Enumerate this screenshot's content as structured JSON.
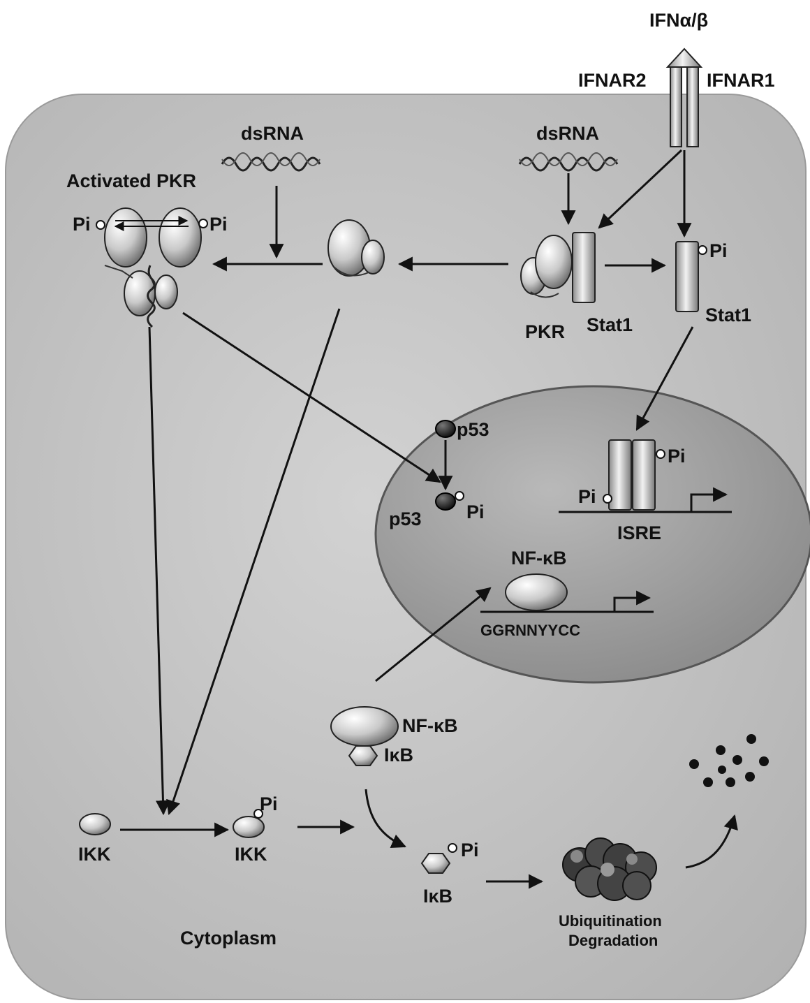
{
  "ligand": "IFNα/β",
  "receptors": {
    "left": "IFNAR2",
    "right": "IFNAR1"
  },
  "dsrna_left": "dsRNA",
  "dsrna_right": "dsRNA",
  "activated_pkr": "Activated PKR",
  "pi": "Pi",
  "pkr": "PKR",
  "stat1_a": "Stat1",
  "stat1_b": "Stat1",
  "p53_top": "p53",
  "p53_bottom": "p53",
  "isre": "ISRE",
  "nfkb_nucleus": "NF-κB",
  "nfkb_site": "GGRNNYYCC",
  "nfkb_cyto": "NF-κB",
  "ikb_complex": "IκB",
  "ikb_free": "IκB",
  "ikk_a": "IKK",
  "ikk_b": "IKK",
  "ubiquitination": "Ubiquitination",
  "degradation": "Degradation",
  "cytoplasm": "Cytoplasm",
  "colors": {
    "cell": "#c4c4c4",
    "nucleus": "#a6a6a6",
    "ink": "#111111"
  }
}
